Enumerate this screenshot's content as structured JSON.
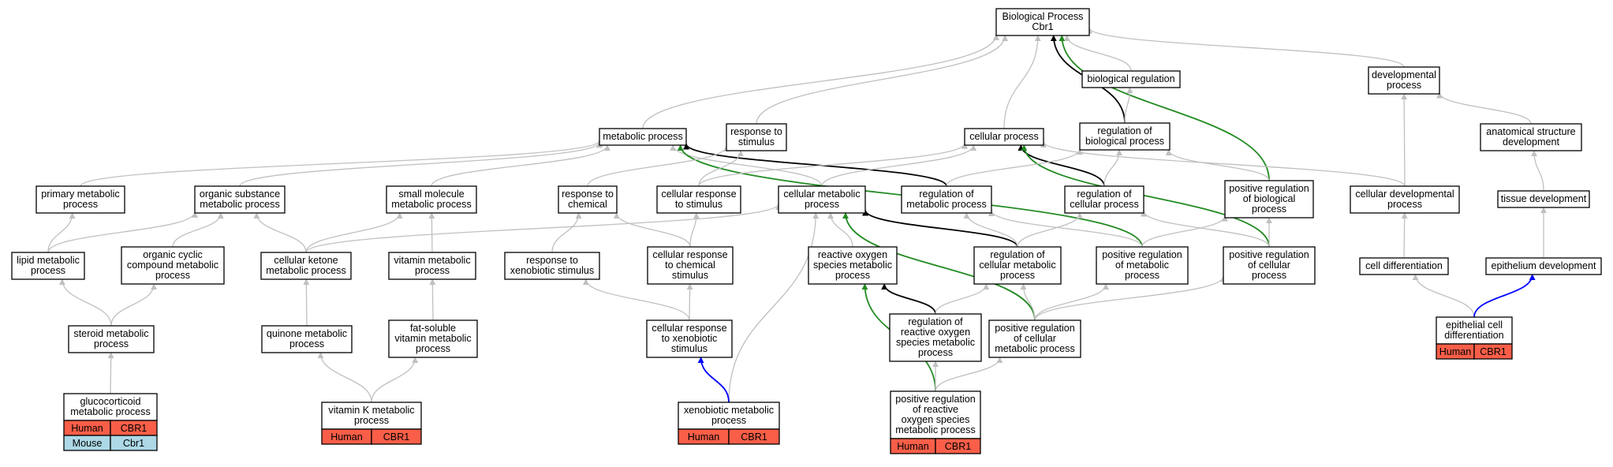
{
  "graph": {
    "nodes": [
      {
        "id": "bp",
        "lines": [
          "Biological Process",
          "Cbr1"
        ]
      },
      {
        "id": "biological_regulation",
        "lines": [
          "biological regulation"
        ]
      },
      {
        "id": "developmental_process",
        "lines": [
          "developmental",
          "process"
        ]
      },
      {
        "id": "metabolic_process",
        "lines": [
          "metabolic process"
        ]
      },
      {
        "id": "response_to_stimulus",
        "lines": [
          "response to",
          "stimulus"
        ]
      },
      {
        "id": "cellular_process",
        "lines": [
          "cellular process"
        ]
      },
      {
        "id": "regulation_of_biological_process",
        "lines": [
          "regulation of",
          "biological process"
        ]
      },
      {
        "id": "anatomical_structure_development",
        "lines": [
          "anatomical structure",
          "development"
        ]
      },
      {
        "id": "primary_metabolic_process",
        "lines": [
          "primary metabolic",
          "process"
        ]
      },
      {
        "id": "organic_substance_metabolic_process",
        "lines": [
          "organic substance",
          "metabolic process"
        ]
      },
      {
        "id": "small_molecule_metabolic_process",
        "lines": [
          "small molecule",
          "metabolic process"
        ]
      },
      {
        "id": "response_to_chemical",
        "lines": [
          "response to",
          "chemical"
        ]
      },
      {
        "id": "cellular_response_to_stimulus",
        "lines": [
          "cellular response",
          "to stimulus"
        ]
      },
      {
        "id": "cellular_metabolic_process",
        "lines": [
          "cellular metabolic",
          "process"
        ]
      },
      {
        "id": "regulation_of_metabolic_process",
        "lines": [
          "regulation of",
          "metabolic process"
        ]
      },
      {
        "id": "regulation_of_cellular_process",
        "lines": [
          "regulation of",
          "cellular process"
        ]
      },
      {
        "id": "positive_regulation_of_biological_process",
        "lines": [
          "positive regulation",
          "of biological",
          "process"
        ]
      },
      {
        "id": "cellular_developmental_process",
        "lines": [
          "cellular developmental",
          "process"
        ]
      },
      {
        "id": "tissue_development",
        "lines": [
          "tissue development"
        ]
      },
      {
        "id": "lipid_metabolic_process",
        "lines": [
          "lipid metabolic",
          "process"
        ]
      },
      {
        "id": "organic_cyclic_compound_metabolic_process",
        "lines": [
          "organic cyclic",
          "compound metabolic",
          "process"
        ]
      },
      {
        "id": "cellular_ketone_metabolic_process",
        "lines": [
          "cellular ketone",
          "metabolic process"
        ]
      },
      {
        "id": "vitamin_metabolic_process",
        "lines": [
          "vitamin metabolic",
          "process"
        ]
      },
      {
        "id": "response_to_xenobiotic_stimulus",
        "lines": [
          "response to",
          "xenobiotic stimulus"
        ]
      },
      {
        "id": "cellular_response_to_chemical_stimulus",
        "lines": [
          "cellular response",
          "to chemical",
          "stimulus"
        ]
      },
      {
        "id": "reactive_oxygen_species_metabolic_process",
        "lines": [
          "reactive oxygen",
          "species metabolic",
          "process"
        ]
      },
      {
        "id": "regulation_of_cellular_metabolic_process",
        "lines": [
          "regulation of",
          "cellular metabolic",
          "process"
        ]
      },
      {
        "id": "positive_regulation_of_metabolic_process",
        "lines": [
          "positive regulation",
          "of metabolic",
          "process"
        ]
      },
      {
        "id": "positive_regulation_of_cellular_process",
        "lines": [
          "positive regulation",
          "of cellular",
          "process"
        ]
      },
      {
        "id": "cell_differentiation",
        "lines": [
          "cell differentiation"
        ]
      },
      {
        "id": "epithelium_development",
        "lines": [
          "epithelium development"
        ]
      },
      {
        "id": "steroid_metabolic_process",
        "lines": [
          "steroid metabolic",
          "process"
        ]
      },
      {
        "id": "quinone_metabolic_process",
        "lines": [
          "quinone metabolic",
          "process"
        ]
      },
      {
        "id": "fat_soluble_vitamin_metabolic_process",
        "lines": [
          "fat-soluble",
          "vitamin metabolic",
          "process"
        ]
      },
      {
        "id": "cellular_response_to_xenobiotic_stimulus",
        "lines": [
          "cellular response",
          "to xenobiotic",
          "stimulus"
        ]
      },
      {
        "id": "regulation_of_reactive_oxygen_species_metabolic_process",
        "lines": [
          "regulation of",
          "reactive oxygen",
          "species metabolic",
          "process"
        ]
      },
      {
        "id": "positive_regulation_of_cellular_metabolic_process",
        "lines": [
          "positive regulation",
          "of cellular",
          "metabolic process"
        ]
      },
      {
        "id": "epithelial_cell_differentiation",
        "lines": [
          "epithelial cell",
          "differentiation"
        ],
        "annotations": [
          [
            "Human",
            "CBR1"
          ]
        ]
      },
      {
        "id": "glucocorticoid_metabolic_process",
        "lines": [
          "glucocorticoid",
          "metabolic process"
        ],
        "annotations": [
          [
            "Human",
            "CBR1"
          ],
          [
            "Mouse",
            "Cbr1"
          ]
        ]
      },
      {
        "id": "vitamin_k_metabolic_process",
        "lines": [
          "vitamin K metabolic",
          "process"
        ],
        "annotations": [
          [
            "Human",
            "CBR1"
          ]
        ]
      },
      {
        "id": "xenobiotic_metabolic_process",
        "lines": [
          "xenobiotic metabolic",
          "process"
        ],
        "annotations": [
          [
            "Human",
            "CBR1"
          ]
        ]
      },
      {
        "id": "positive_regulation_of_reactive_oxygen_species_metabolic_process",
        "lines": [
          "positive regulation",
          "of reactive",
          "oxygen species",
          "metabolic process"
        ],
        "annotations": [
          [
            "Human",
            "CBR1"
          ]
        ]
      }
    ],
    "edge_colors": {
      "is_a": "#c0c0c0",
      "regulates": "#000000",
      "positively_regulates": "#228b22",
      "annotated": "#0000ff"
    },
    "species_colors": {
      "Human": "#fa5e48",
      "Mouse": "#add8e6"
    },
    "edges": [
      {
        "from": "biological_regulation",
        "to": "bp",
        "type": "is_a"
      },
      {
        "from": "developmental_process",
        "to": "bp",
        "type": "is_a"
      },
      {
        "from": "metabolic_process",
        "to": "bp",
        "type": "is_a"
      },
      {
        "from": "response_to_stimulus",
        "to": "bp",
        "type": "is_a"
      },
      {
        "from": "cellular_process",
        "to": "bp",
        "type": "is_a"
      },
      {
        "from": "regulation_of_biological_process",
        "to": "bp",
        "type": "regulates"
      },
      {
        "from": "positive_regulation_of_biological_process",
        "to": "bp",
        "type": "positively_regulates"
      },
      {
        "from": "regulation_of_biological_process",
        "to": "biological_regulation",
        "type": "is_a"
      },
      {
        "from": "cellular_developmental_process",
        "to": "developmental_process",
        "type": "is_a"
      },
      {
        "from": "anatomical_structure_development",
        "to": "developmental_process",
        "type": "is_a"
      },
      {
        "from": "tissue_development",
        "to": "anatomical_structure_development",
        "type": "is_a"
      },
      {
        "from": "epithelium_development",
        "to": "tissue_development",
        "type": "is_a"
      },
      {
        "from": "primary_metabolic_process",
        "to": "metabolic_process",
        "type": "is_a"
      },
      {
        "from": "organic_substance_metabolic_process",
        "to": "metabolic_process",
        "type": "is_a"
      },
      {
        "from": "small_molecule_metabolic_process",
        "to": "metabolic_process",
        "type": "is_a"
      },
      {
        "from": "cellular_metabolic_process",
        "to": "metabolic_process",
        "type": "is_a"
      },
      {
        "from": "regulation_of_metabolic_process",
        "to": "metabolic_process",
        "type": "regulates"
      },
      {
        "from": "positive_regulation_of_metabolic_process",
        "to": "metabolic_process",
        "type": "positively_regulates"
      },
      {
        "from": "response_to_chemical",
        "to": "response_to_stimulus",
        "type": "is_a"
      },
      {
        "from": "cellular_response_to_stimulus",
        "to": "response_to_stimulus",
        "type": "is_a"
      },
      {
        "from": "cellular_response_to_stimulus",
        "to": "cellular_process",
        "type": "is_a"
      },
      {
        "from": "cellular_metabolic_process",
        "to": "cellular_process",
        "type": "is_a"
      },
      {
        "from": "regulation_of_cellular_process",
        "to": "cellular_process",
        "type": "regulates"
      },
      {
        "from": "positive_regulation_of_cellular_process",
        "to": "cellular_process",
        "type": "positively_regulates"
      },
      {
        "from": "cellular_developmental_process",
        "to": "cellular_process",
        "type": "is_a"
      },
      {
        "from": "regulation_of_metabolic_process",
        "to": "regulation_of_biological_process",
        "type": "is_a"
      },
      {
        "from": "regulation_of_cellular_process",
        "to": "regulation_of_biological_process",
        "type": "is_a"
      },
      {
        "from": "positive_regulation_of_biological_process",
        "to": "regulation_of_biological_process",
        "type": "is_a"
      },
      {
        "from": "lipid_metabolic_process",
        "to": "primary_metabolic_process",
        "type": "is_a"
      },
      {
        "from": "lipid_metabolic_process",
        "to": "organic_substance_metabolic_process",
        "type": "is_a"
      },
      {
        "from": "organic_cyclic_compound_metabolic_process",
        "to": "organic_substance_metabolic_process",
        "type": "is_a"
      },
      {
        "from": "cellular_ketone_metabolic_process",
        "to": "organic_substance_metabolic_process",
        "type": "is_a"
      },
      {
        "from": "cellular_ketone_metabolic_process",
        "to": "small_molecule_metabolic_process",
        "type": "is_a"
      },
      {
        "from": "cellular_ketone_metabolic_process",
        "to": "cellular_metabolic_process",
        "type": "is_a"
      },
      {
        "from": "vitamin_metabolic_process",
        "to": "small_molecule_metabolic_process",
        "type": "is_a"
      },
      {
        "from": "response_to_xenobiotic_stimulus",
        "to": "response_to_chemical",
        "type": "is_a"
      },
      {
        "from": "cellular_response_to_chemical_stimulus",
        "to": "response_to_chemical",
        "type": "is_a"
      },
      {
        "from": "cellular_response_to_chemical_stimulus",
        "to": "cellular_response_to_stimulus",
        "type": "is_a"
      },
      {
        "from": "reactive_oxygen_species_metabolic_process",
        "to": "cellular_metabolic_process",
        "type": "is_a"
      },
      {
        "from": "regulation_of_cellular_metabolic_process",
        "to": "cellular_metabolic_process",
        "type": "regulates"
      },
      {
        "from": "positive_regulation_of_cellular_metabolic_process",
        "to": "cellular_metabolic_process",
        "type": "positively_regulates"
      },
      {
        "from": "regulation_of_cellular_metabolic_process",
        "to": "regulation_of_metabolic_process",
        "type": "is_a"
      },
      {
        "from": "regulation_of_cellular_metabolic_process",
        "to": "regulation_of_cellular_process",
        "type": "is_a"
      },
      {
        "from": "positive_regulation_of_metabolic_process",
        "to": "regulation_of_metabolic_process",
        "type": "is_a"
      },
      {
        "from": "positive_regulation_of_metabolic_process",
        "to": "positive_regulation_of_biological_process",
        "type": "is_a"
      },
      {
        "from": "positive_regulation_of_cellular_process",
        "to": "regulation_of_cellular_process",
        "type": "is_a"
      },
      {
        "from": "positive_regulation_of_cellular_process",
        "to": "positive_regulation_of_biological_process",
        "type": "is_a"
      },
      {
        "from": "cell_differentiation",
        "to": "cellular_developmental_process",
        "type": "is_a"
      },
      {
        "from": "steroid_metabolic_process",
        "to": "lipid_metabolic_process",
        "type": "is_a"
      },
      {
        "from": "steroid_metabolic_process",
        "to": "organic_cyclic_compound_metabolic_process",
        "type": "is_a"
      },
      {
        "from": "quinone_metabolic_process",
        "to": "cellular_ketone_metabolic_process",
        "type": "is_a"
      },
      {
        "from": "fat_soluble_vitamin_metabolic_process",
        "to": "vitamin_metabolic_process",
        "type": "is_a"
      },
      {
        "from": "cellular_response_to_xenobiotic_stimulus",
        "to": "response_to_xenobiotic_stimulus",
        "type": "is_a"
      },
      {
        "from": "cellular_response_to_xenobiotic_stimulus",
        "to": "cellular_response_to_chemical_stimulus",
        "type": "is_a"
      },
      {
        "from": "regulation_of_reactive_oxygen_species_metabolic_process",
        "to": "reactive_oxygen_species_metabolic_process",
        "type": "regulates"
      },
      {
        "from": "regulation_of_reactive_oxygen_species_metabolic_process",
        "to": "regulation_of_cellular_metabolic_process",
        "type": "is_a"
      },
      {
        "from": "positive_regulation_of_cellular_metabolic_process",
        "to": "regulation_of_cellular_metabolic_process",
        "type": "is_a"
      },
      {
        "from": "positive_regulation_of_cellular_metabolic_process",
        "to": "positive_regulation_of_metabolic_process",
        "type": "is_a"
      },
      {
        "from": "positive_regulation_of_cellular_metabolic_process",
        "to": "positive_regulation_of_cellular_process",
        "type": "is_a"
      },
      {
        "from": "epithelial_cell_differentiation",
        "to": "cell_differentiation",
        "type": "is_a"
      },
      {
        "from": "epithelial_cell_differentiation",
        "to": "epithelium_development",
        "type": "annotated"
      },
      {
        "from": "glucocorticoid_metabolic_process",
        "to": "steroid_metabolic_process",
        "type": "is_a"
      },
      {
        "from": "vitamin_k_metabolic_process",
        "to": "quinone_metabolic_process",
        "type": "is_a"
      },
      {
        "from": "vitamin_k_metabolic_process",
        "to": "fat_soluble_vitamin_metabolic_process",
        "type": "is_a"
      },
      {
        "from": "xenobiotic_metabolic_process",
        "to": "cellular_metabolic_process",
        "type": "is_a"
      },
      {
        "from": "xenobiotic_metabolic_process",
        "to": "cellular_response_to_xenobiotic_stimulus",
        "type": "annotated"
      },
      {
        "from": "positive_regulation_of_reactive_oxygen_species_metabolic_process",
        "to": "reactive_oxygen_species_metabolic_process",
        "type": "positively_regulates"
      },
      {
        "from": "positive_regulation_of_reactive_oxygen_species_metabolic_process",
        "to": "regulation_of_reactive_oxygen_species_metabolic_process",
        "type": "is_a"
      },
      {
        "from": "positive_regulation_of_reactive_oxygen_species_metabolic_process",
        "to": "positive_regulation_of_cellular_metabolic_process",
        "type": "is_a"
      }
    ]
  }
}
